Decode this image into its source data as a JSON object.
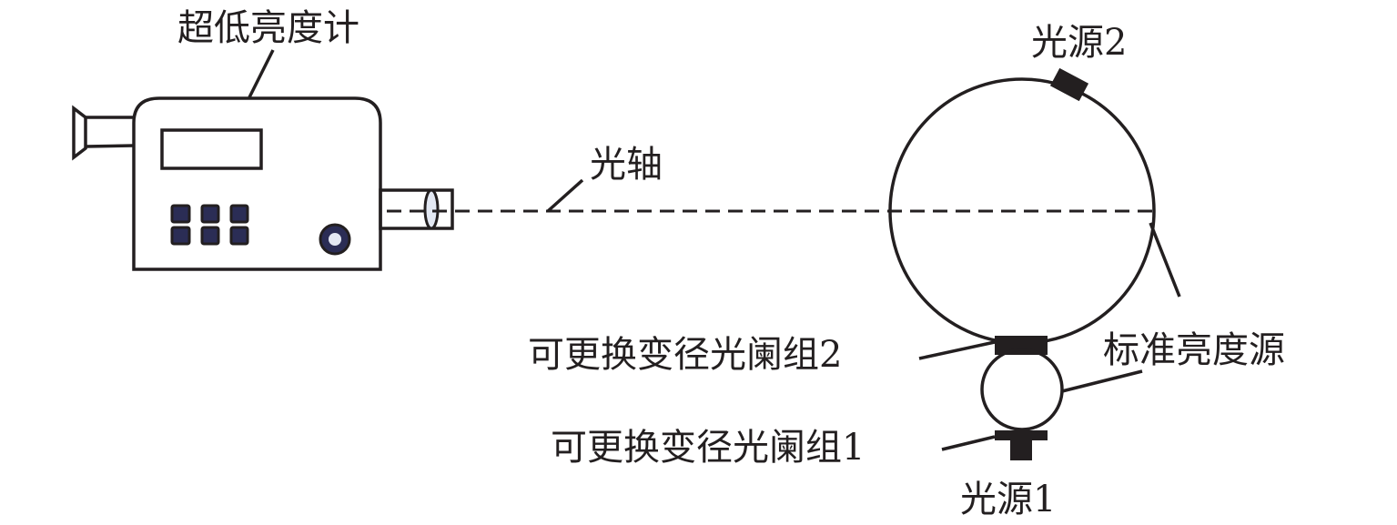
{
  "labels": {
    "meter": "超低亮度计",
    "optical_axis": "光轴",
    "light_source_2": "光源2",
    "aperture_group_2": "可更换变径光阑组2",
    "standard_source": "标准亮度源",
    "aperture_group_1": "可更换变径光阑组1",
    "light_source_1": "光源1"
  },
  "colors": {
    "line": "#231f20",
    "button": "#2b2d55",
    "lens": "#e3e8f3"
  }
}
